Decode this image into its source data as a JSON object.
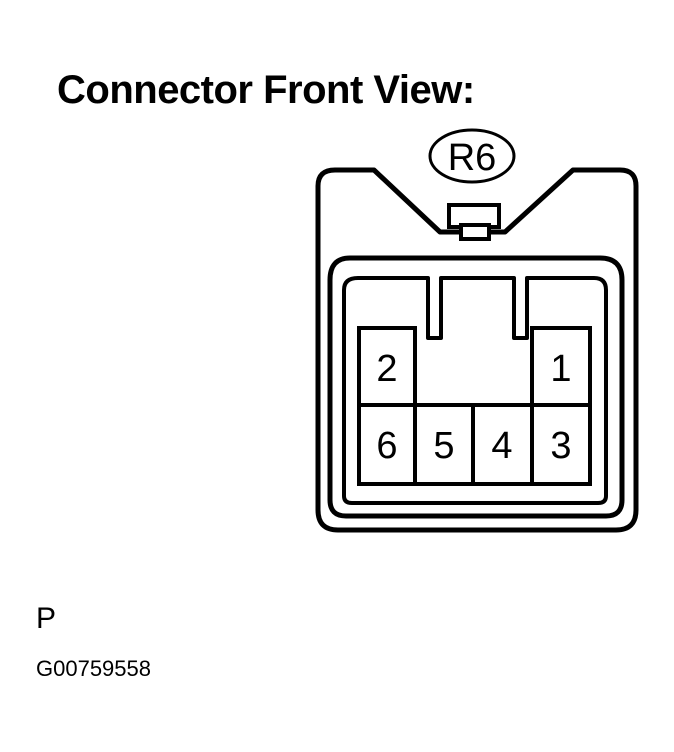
{
  "title": "Connector Front View:",
  "connector": {
    "code": "R6",
    "pins": {
      "top_left": "2",
      "top_right": "1",
      "bottom_1": "6",
      "bottom_2": "5",
      "bottom_3": "4",
      "bottom_4": "3"
    }
  },
  "section_letter": "P",
  "figure_id": "G00759558"
}
